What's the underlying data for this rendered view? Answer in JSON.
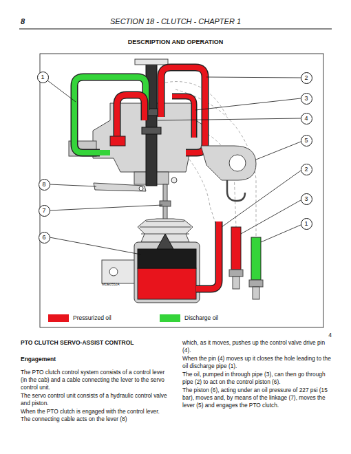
{
  "diagram": {
    "title": "DESCRIPTION AND OPERATION",
    "nodes": [
      {
        "text": [
          "1"
        ]
      },
      {
        "text": [
          "2"
        ]
      },
      {
        "text": [
          "3"
        ]
      },
      {
        "text": [
          "4"
        ]
      },
      {
        "text": [
          "5"
        ]
      },
      {
        "text": [
          "2"
        ]
      },
      {
        "text": [
          "3"
        ]
      },
      {
        "text": [
          "1"
        ]
      },
      {
        "text": [
          "8"
        ]
      },
      {
        "text": [
          "7"
        ]
      },
      {
        "text": [
          "6"
        ]
      }
    ],
    "labels": [
      "8",
      "SECTION 18 - CLUTCH - CHAPTER 1",
      "MDE0552A",
      "4",
      "PTO CLUTCH SERVO-ASSIST CONTROL",
      "Engagement",
      "The PTO clutch control system consists of a control lever (in the cab) and a cable connecting the lever to the servo control unit.",
      "The servo control unit consists of a hydraulic control valve and piston.",
      "When the PTO clutch is engaged with the control lever. The connecting cable acts on the lever (8)",
      "which, as it moves, pushes up the control valve drive pin (4).",
      "When the pin (4) moves up it closes the hole leading to the oil discharge pipe (1).",
      "The oil, pumped in through pipe (3), can then go through pipe (2) to act on the control piston (6).",
      "The piston (6), acting under an oil pressure of 227 psi (15 bar), moves and, by means of the linkage (7), moves the lever (5) and engages the PTO clutch."
    ],
    "legend": [
      {
        "text": "Pressurized oil",
        "color": "#e8141c"
      },
      {
        "text": "Discharge oil",
        "color": "#35d43a"
      }
    ]
  }
}
